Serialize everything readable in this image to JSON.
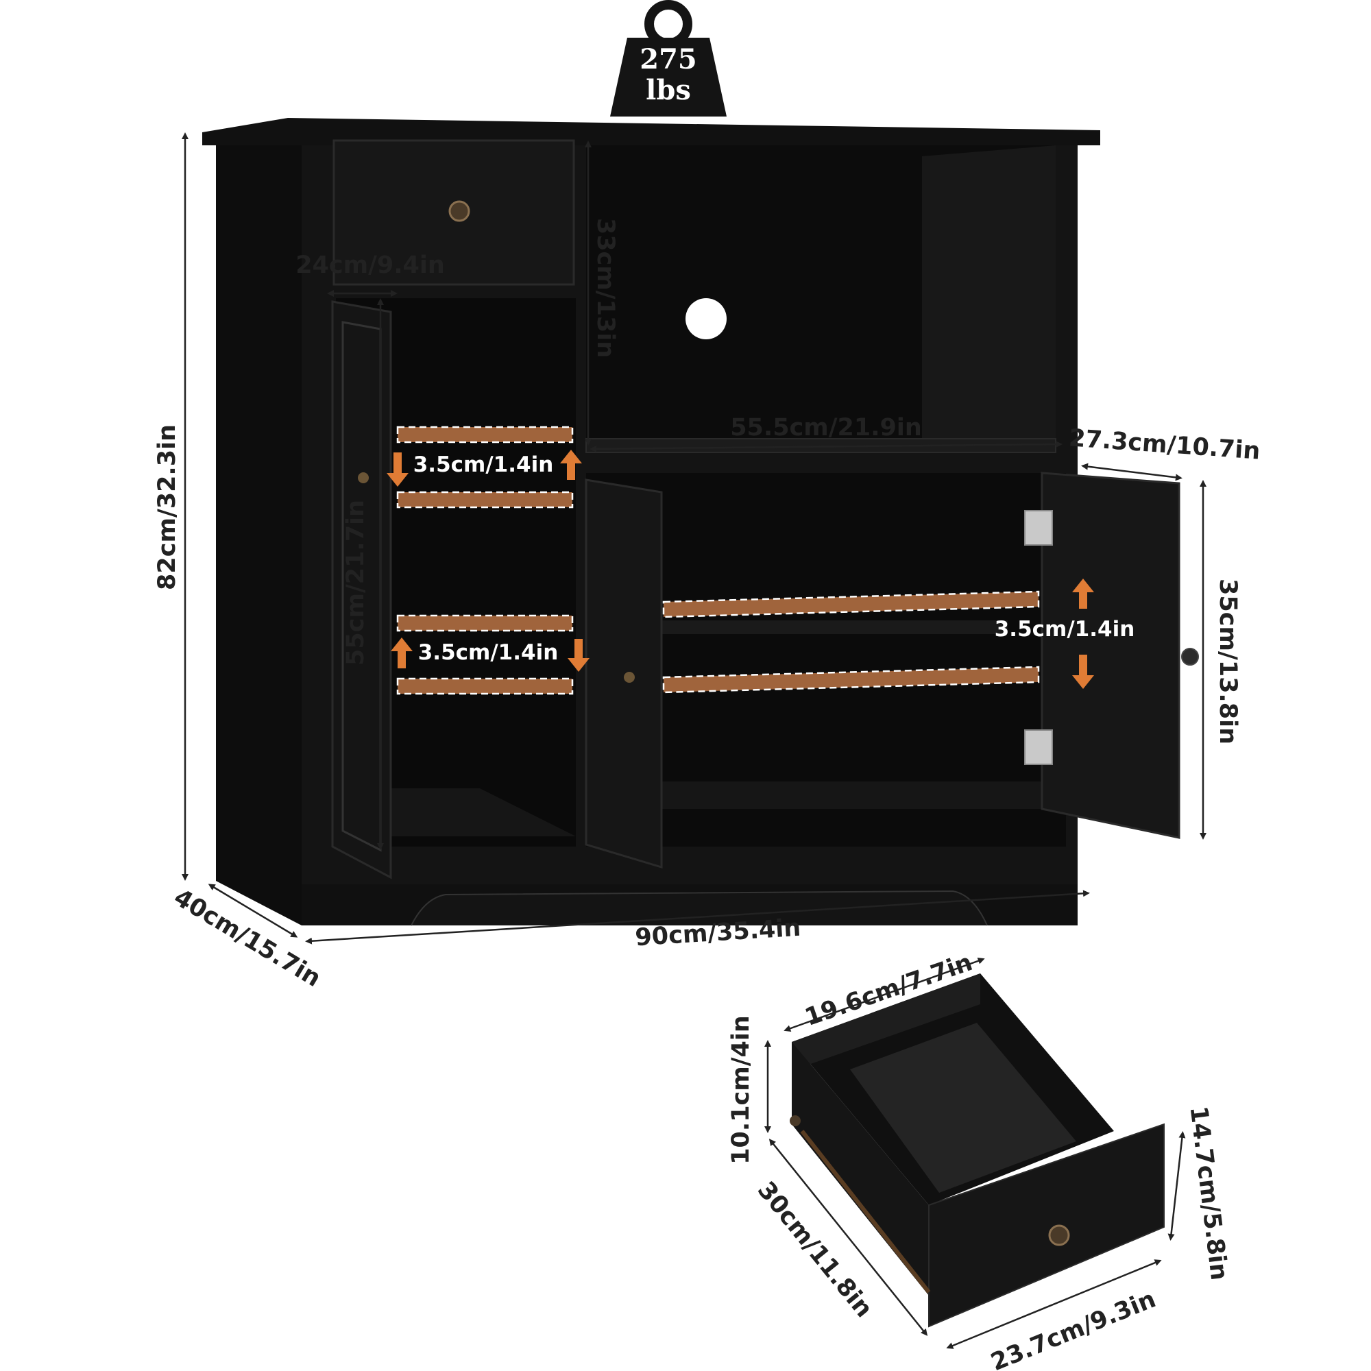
{
  "weight": {
    "value": "275",
    "unit": "lbs"
  },
  "dimensions": {
    "total_height": "82cm/32.3in",
    "total_width": "90cm/35.4in",
    "total_depth": "40cm/15.7in",
    "open_shelf_height": "33cm/13in",
    "open_shelf_width": "55.5cm/21.9in",
    "left_cabinet_width": "24cm/9.4in",
    "left_cabinet_height": "55cm/21.7in",
    "right_door_width": "27.3cm/10.7in",
    "right_cabinet_height": "35cm/13.8in",
    "shelf_adjust_upper": "3.5cm/1.4in",
    "shelf_adjust_lower": "3.5cm/1.4in",
    "shelf_adjust_right": "3.5cm/1.4in",
    "drawer_inner_width": "19.6cm/7.7in",
    "drawer_inner_height": "10.1cm/4in",
    "drawer_depth": "30cm/11.8in",
    "drawer_front_width": "23.7cm/9.3in",
    "drawer_front_height": "14.7cm/5.8in"
  },
  "colors": {
    "cabinet": "#141414",
    "cabinet_shade": "#0a0a0a",
    "cabinet_edge": "#2a2a2a",
    "shelf_pin_strip": "#a0643c",
    "arrow": "#e07c35",
    "dimension_line": "#222222"
  }
}
